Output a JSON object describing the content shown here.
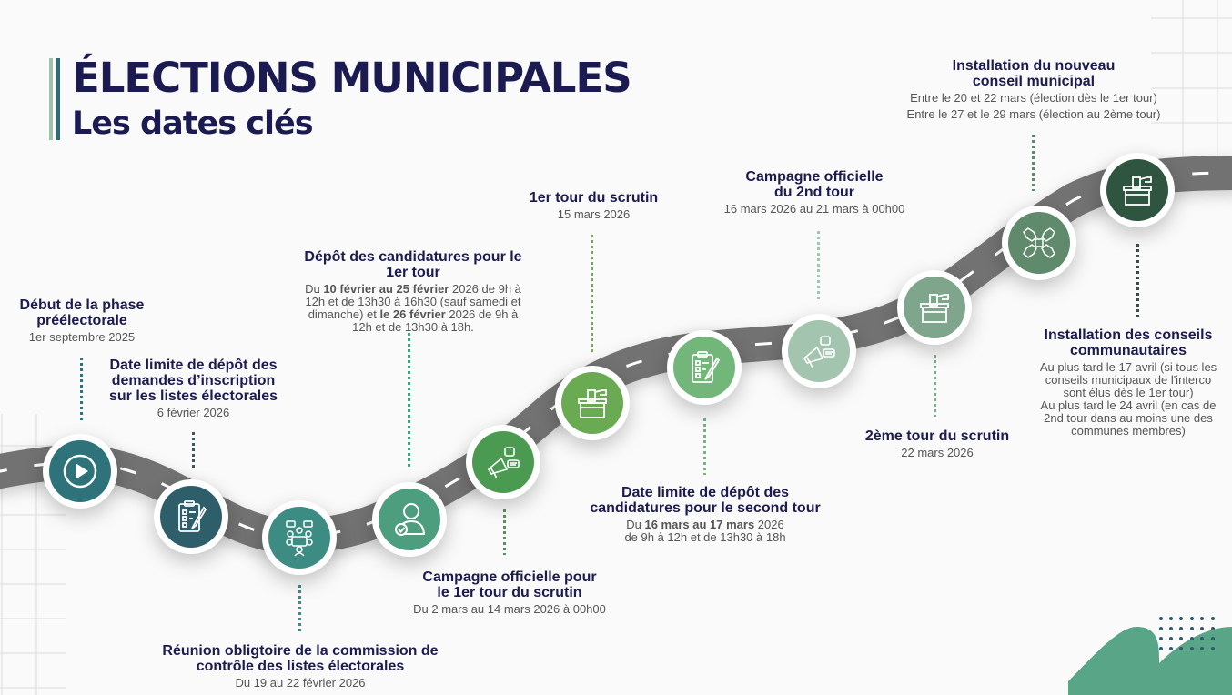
{
  "header": {
    "title": "ÉLECTIONS MUNICIPALES",
    "subtitle": "Les dates clés"
  },
  "colors": {
    "title": "#1b1b52",
    "road": "#707070",
    "accent_bar_light": "#9fc2a8",
    "accent_bar_dark": "#2c6e74",
    "blob": "#58a588",
    "dots": "#2f5a6b"
  },
  "milestones": [
    {
      "id": "debut-phase",
      "title_1": "Début de la phase",
      "title_2": "préélectorale",
      "date": "1er septembre 2025",
      "icon": "play-icon",
      "color": "#2f737a"
    },
    {
      "id": "date-limite-inscription",
      "title_1": "Date limite de dépôt des",
      "title_2": "demandes d’inscription",
      "title_3": "sur les listes électorales",
      "date": "6 février 2026",
      "icon": "clipboard-checklist-icon",
      "color": "#2f5e6b"
    },
    {
      "id": "reunion-commission",
      "title_1": "Réunion obligtoire de la commission de",
      "title_2": "contrôle des listes électorales",
      "date": "Du 19 au 22 février 2026",
      "icon": "meeting-icon",
      "color": "#3d8c84"
    },
    {
      "id": "depot-candidatures-1er-tour",
      "title_1": "Dépôt des candidatures pour le",
      "title_2": "1er tour",
      "date_pre": "Du ",
      "date_b1": "10 février au 25 février",
      "date_mid1": " 2026 de 9h à 12h et de 13h30 à 16h30 (sauf samedi et dimanche) et ",
      "date_b2": "le 26 février",
      "date_mid2": " 2026 de 9h à 12h et de 13h30 à 18h.",
      "icon": "user-check-icon",
      "color": "#4d9e7e"
    },
    {
      "id": "campagne-1er-tour",
      "title_1": "Campagne officielle pour",
      "title_2": "le 1er tour du scrutin",
      "date": "Du 2 mars au 14 mars 2026 à 00h00",
      "icon": "megaphone-icon",
      "color": "#4a9a52"
    },
    {
      "id": "1er-tour",
      "title_1": "1er tour du scrutin",
      "date": "15 mars 2026",
      "icon": "ballot-box-icon",
      "color": "#6aaa52"
    },
    {
      "id": "date-limite-2nd-tour",
      "title_1": "Date limite de dépôt des",
      "title_2": "candidatures pour le second tour",
      "date_pre": "Du ",
      "date_b1": "16 mars au 17 mars",
      "date_mid1": " 2026",
      "date_line2": "de 9h à 12h et de 13h30 à 18h",
      "icon": "clipboard-checklist-icon",
      "color": "#72b67a"
    },
    {
      "id": "campagne-2nd-tour",
      "title_1": "Campagne officielle",
      "title_2": "du 2nd tour",
      "date": "16 mars 2026 au 21 mars à 00h00",
      "icon": "megaphone-icon",
      "color": "#a3c4ae"
    },
    {
      "id": "2eme-tour",
      "title_1": "2ème tour du scrutin",
      "date": "22 mars 2026",
      "icon": "ballot-box-icon",
      "color": "#7fa68c"
    },
    {
      "id": "installation-conseil-municipal",
      "title_1": "Installation du nouveau",
      "title_2": "conseil municipal",
      "date_1": "Entre le 20 et 22 mars (élection dès le 1er tour)",
      "date_2": "Entre le 27 et le 29 mars (élection au 2ème tour)",
      "icon": "hands-puzzle-icon",
      "color": "#5f8a6c"
    },
    {
      "id": "installation-conseils-communautaires",
      "title_1": "Installation des conseils",
      "title_2": "communautaires",
      "date_1": "Au plus tard le 17 avril (si tous les",
      "date_2": "conseils municipaux de l'interco",
      "date_3": "sont élus dès le 1er tour)",
      "date_4": "Au plus tard le 24 avril (en cas de",
      "date_5": "2nd tour dans au moins une des",
      "date_6": "communes membres)",
      "icon": "ballot-box-icon",
      "color": "#2f5440"
    }
  ]
}
